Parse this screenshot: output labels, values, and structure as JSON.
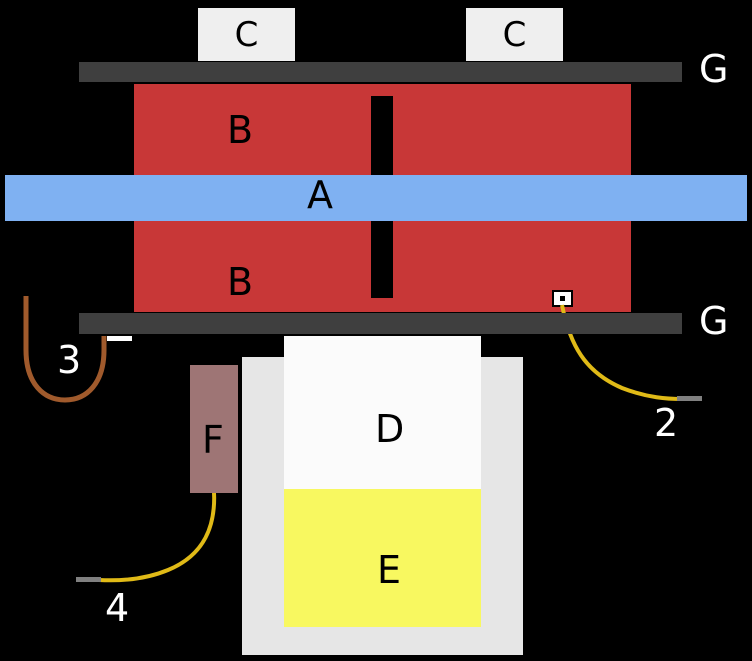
{
  "background": "#000000",
  "components": {
    "plate_a": {
      "label": "A",
      "color": "#7fb1f2"
    },
    "upper_block_b": {
      "label": "B",
      "color": "#c83737"
    },
    "lower_block_b": {
      "label": "B",
      "color": "#c83737"
    },
    "left_weight_c": {
      "label": "C",
      "color": "#efefef"
    },
    "right_weight_c": {
      "label": "C",
      "color": "#efefef"
    },
    "upper_plate_g": {
      "label": "G",
      "color": "#3f3f3f"
    },
    "lower_plate_g": {
      "label": "G",
      "color": "#3f3f3f"
    },
    "vessel": {
      "color": "#e6e6e6"
    },
    "inner_body_d": {
      "label": "D",
      "color": "#fbfbfb"
    },
    "liquid_e": {
      "label": "E",
      "color": "#f8f860"
    },
    "side_block_f": {
      "label": "F",
      "color": "#9e7575"
    },
    "connector": {
      "fill": "#ffffff",
      "border": "#000000"
    },
    "terminal_2": {
      "label": "2",
      "wire_color": "#e0ba17",
      "dash_color": "#808080"
    },
    "hook_3": {
      "label": "3",
      "color": "#a05a2c",
      "dash_color": "#ffffff"
    },
    "terminal_4": {
      "label": "4",
      "wire_color": "#e0ba17",
      "dash_color": "#808080"
    }
  }
}
